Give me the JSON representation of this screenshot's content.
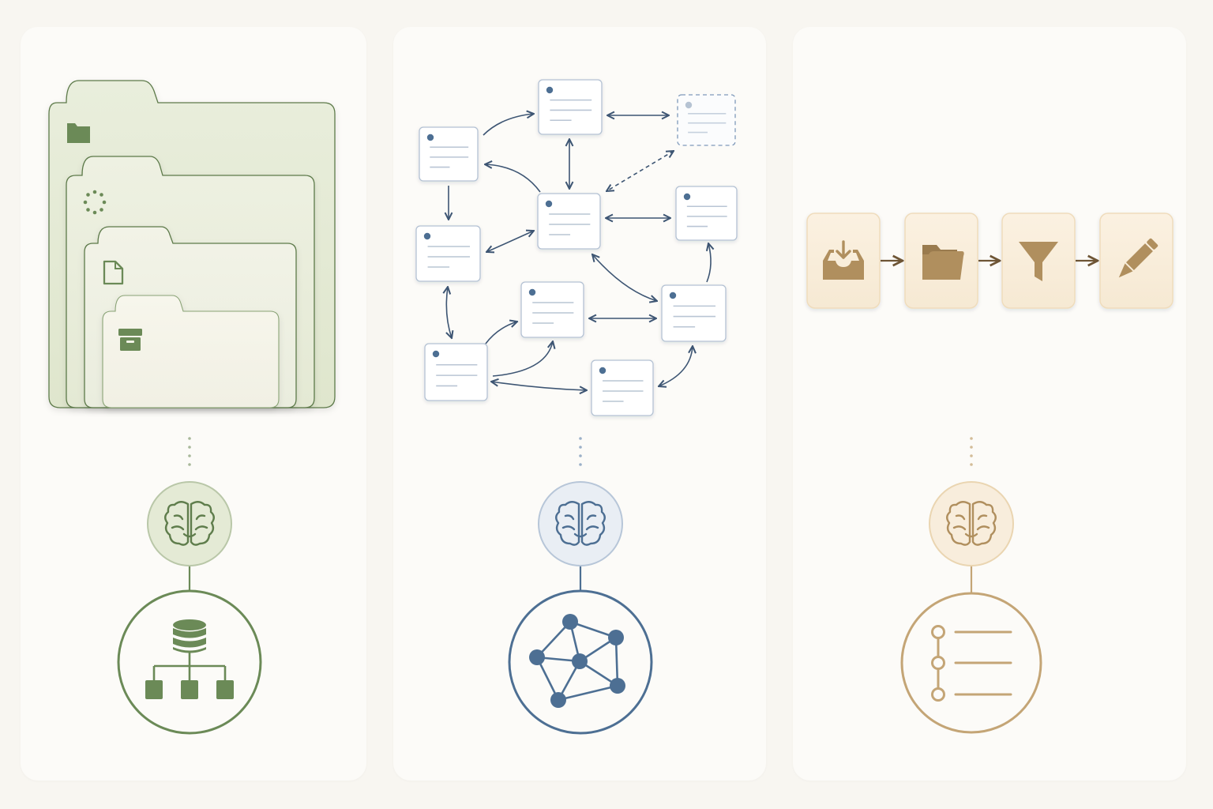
{
  "colors": {
    "green": "#6b8a57",
    "green_dark": "#4f6b40",
    "green_light": "#e4ead5",
    "blue": "#4d6f93",
    "blue_dark": "#3a4d66",
    "blue_light": "#e9eef4",
    "tan": "#b08f5e",
    "tan_dark": "#6e5535",
    "tan_light": "#f8eddc"
  },
  "panels": [
    {
      "id": "hierarchy",
      "illustration": "nested-folders",
      "folder_icons": [
        "folder-icon",
        "loading-dots-icon",
        "document-icon",
        "archive-box-icon"
      ],
      "connector_icon": "brain-icon",
      "base_icon": "database-hierarchy-icon"
    },
    {
      "id": "graph",
      "illustration": "linked-notes-network",
      "connector_icon": "brain-icon",
      "base_icon": "network-graph-icon"
    },
    {
      "id": "pipeline",
      "illustration": "step-flow",
      "steps": [
        "inbox-download-icon",
        "open-folder-icon",
        "funnel-filter-icon",
        "pencil-icon"
      ],
      "connector_icon": "brain-icon",
      "base_icon": "timeline-list-icon"
    }
  ]
}
